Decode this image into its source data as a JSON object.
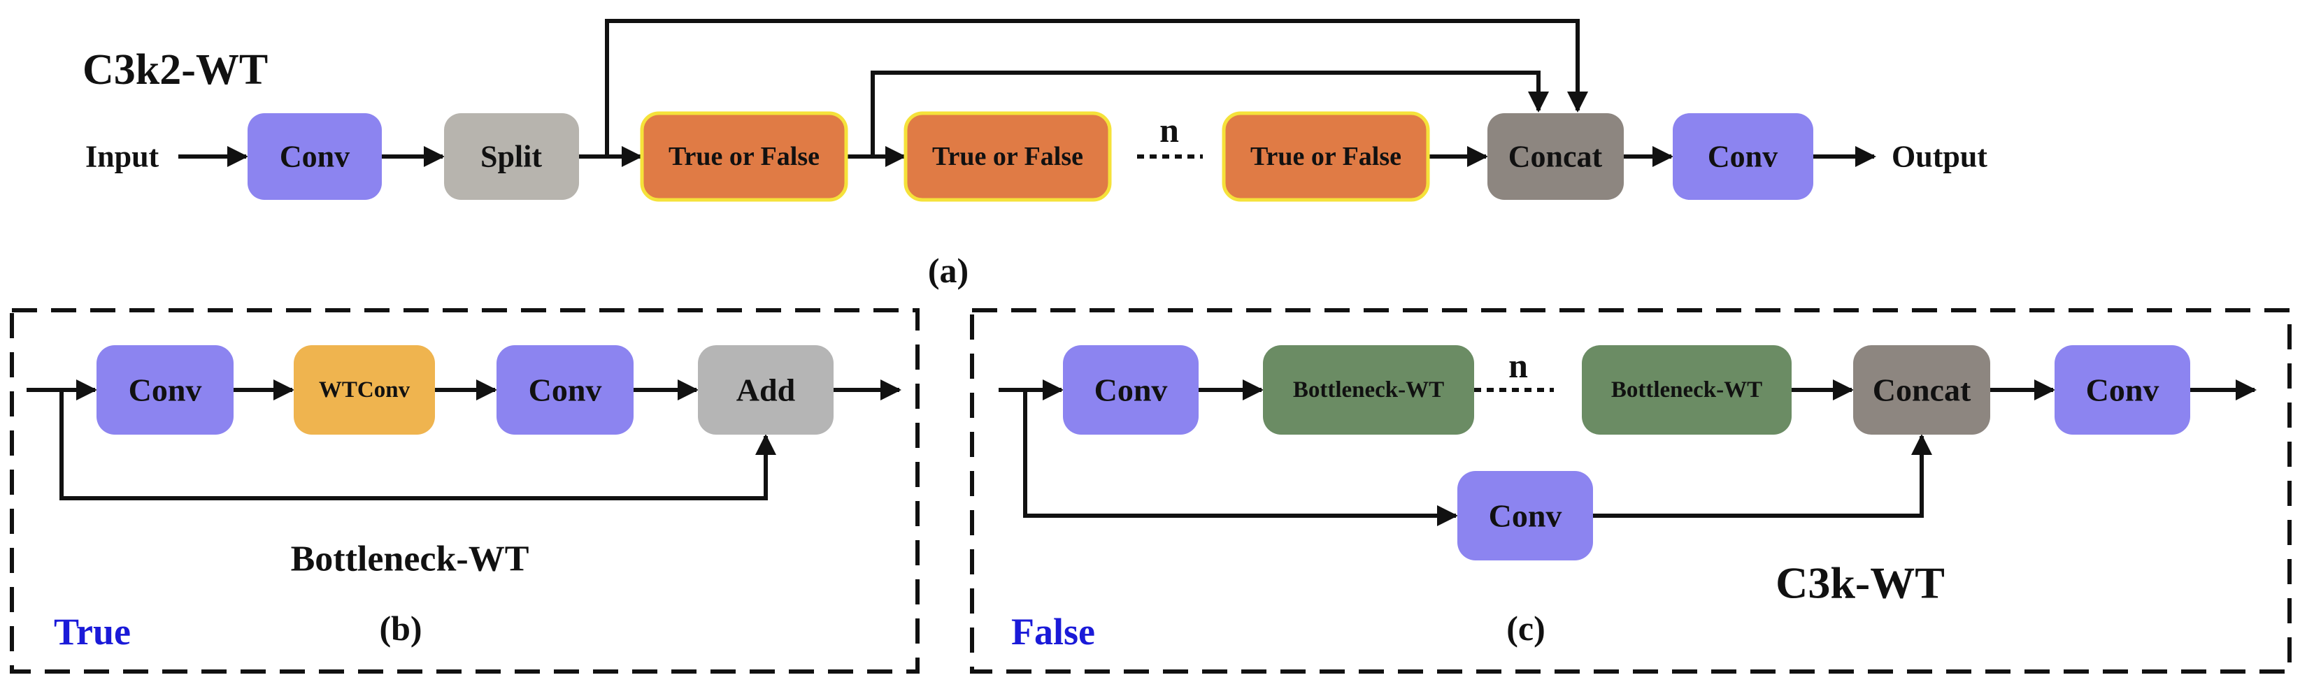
{
  "colors": {
    "conv": "#8c84f0",
    "split": "#b7b4ae",
    "selector": "#e07b45",
    "selector_border": "#f5e23a",
    "concat": "#8d8680",
    "wtconv": "#efb44f",
    "add": "#b5b5b5",
    "bottleneck": "#6b8c64",
    "true_label": "#1a1ad8",
    "false_label": "#1a1ad8",
    "line": "#111111"
  },
  "panel_a": {
    "title": "C3k2-WT",
    "input_label": "Input",
    "output_label": "Output",
    "conv1": "Conv",
    "split": "Split",
    "selector1": "True or False",
    "selector2": "True or False",
    "selector3": "True or False",
    "n_label": "n",
    "concat": "Concat",
    "conv2": "Conv",
    "caption": "(a)"
  },
  "panel_b": {
    "conv1": "Conv",
    "wtconv": "WTConv",
    "conv2": "Conv",
    "add": "Add",
    "name": "Bottleneck-WT",
    "flag": "True",
    "caption": "(b)"
  },
  "panel_c": {
    "conv1": "Conv",
    "bottleneck1": "Bottleneck-WT",
    "n_label": "n",
    "bottleneck2": "Bottleneck-WT",
    "concat": "Concat",
    "conv2": "Conv",
    "conv_branch": "Conv",
    "name": "C3k-WT",
    "flag": "False",
    "caption": "(c)"
  }
}
